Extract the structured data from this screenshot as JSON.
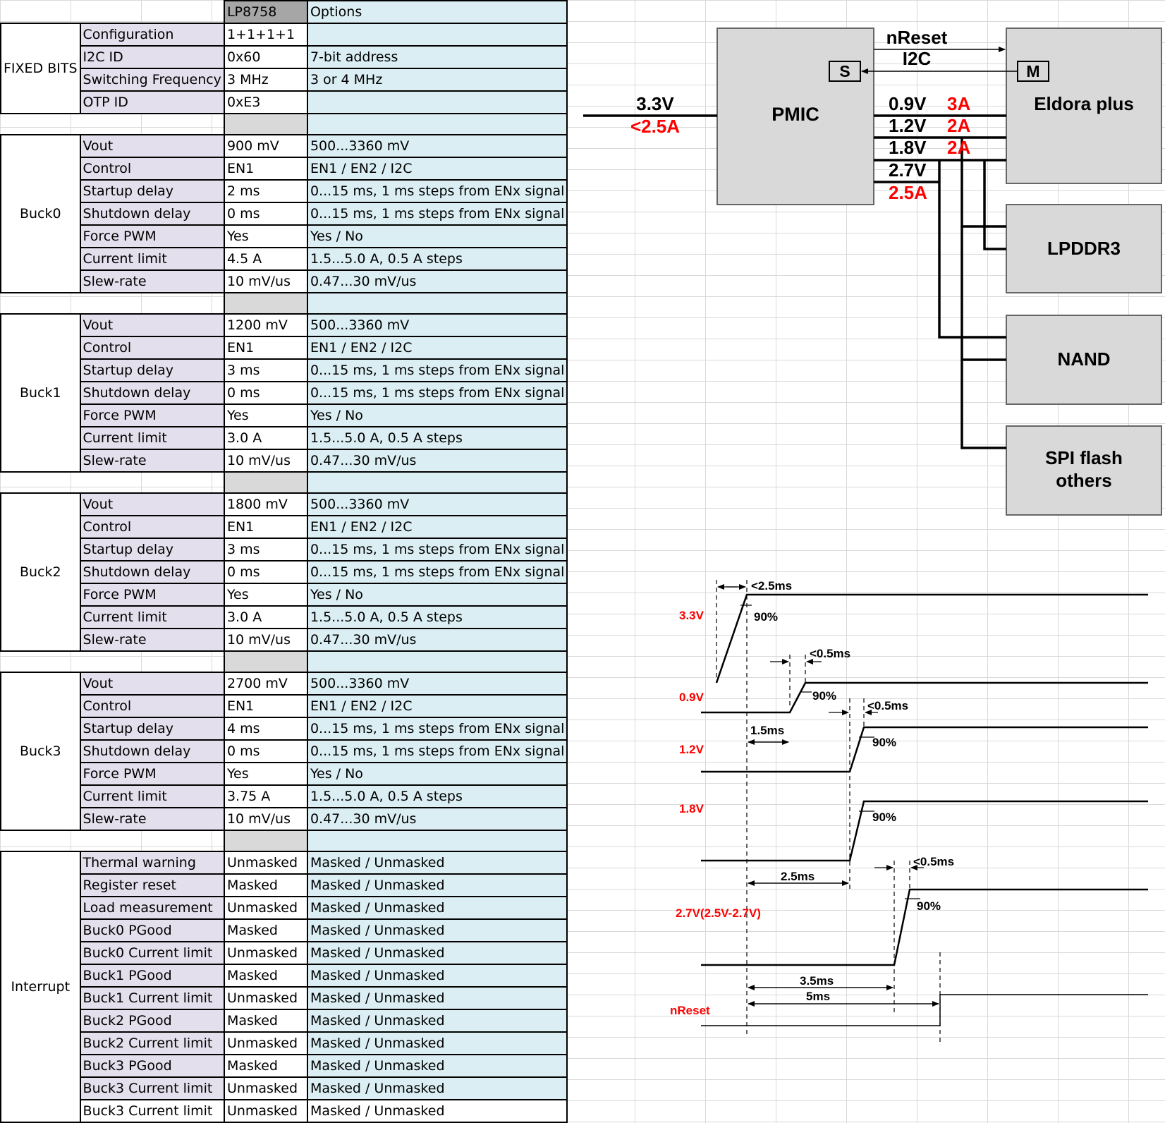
{
  "table": {
    "header": {
      "value": "LP8758",
      "options": "Options"
    },
    "groups": [
      {
        "name": "FIXED BITS",
        "rows": [
          [
            "Configuration",
            "1+1+1+1",
            ""
          ],
          [
            "I2C ID",
            "0x60",
            "7-bit address"
          ],
          [
            "Switching Frequency",
            "3 MHz",
            "3 or 4 MHz"
          ],
          [
            "OTP ID",
            "0xE3",
            ""
          ]
        ]
      },
      {
        "name": "Buck0",
        "rows": [
          [
            "Vout",
            "900 mV",
            "500...3360 mV"
          ],
          [
            "Control",
            "EN1",
            "EN1 / EN2 / I2C"
          ],
          [
            "Startup delay",
            "2 ms",
            "0...15 ms, 1 ms steps from ENx signal"
          ],
          [
            "Shutdown delay",
            "0 ms",
            "0...15 ms, 1 ms steps from ENx signal"
          ],
          [
            "Force PWM",
            "Yes",
            "Yes / No"
          ],
          [
            "Current limit",
            "4.5 A",
            "1.5...5.0 A, 0.5 A steps"
          ],
          [
            "Slew-rate",
            "10 mV/us",
            "0.47...30 mV/us"
          ]
        ]
      },
      {
        "name": "Buck1",
        "rows": [
          [
            "Vout",
            "1200 mV",
            "500...3360 mV"
          ],
          [
            "Control",
            "EN1",
            "EN1 / EN2 / I2C"
          ],
          [
            "Startup delay",
            "3 ms",
            "0...15 ms, 1 ms steps from ENx signal"
          ],
          [
            "Shutdown delay",
            "0 ms",
            "0...15 ms, 1 ms steps from ENx signal"
          ],
          [
            "Force PWM",
            "Yes",
            "Yes / No"
          ],
          [
            "Current limit",
            "3.0 A",
            "1.5...5.0 A, 0.5 A steps"
          ],
          [
            "Slew-rate",
            "10 mV/us",
            "0.47...30 mV/us"
          ]
        ]
      },
      {
        "name": "Buck2",
        "rows": [
          [
            "Vout",
            "1800 mV",
            "500...3360 mV"
          ],
          [
            "Control",
            "EN1",
            "EN1 / EN2 / I2C"
          ],
          [
            "Startup delay",
            "3 ms",
            "0...15 ms, 1 ms steps from ENx signal"
          ],
          [
            "Shutdown delay",
            "0 ms",
            "0...15 ms, 1 ms steps from ENx signal"
          ],
          [
            "Force PWM",
            "Yes",
            "Yes / No"
          ],
          [
            "Current limit",
            "3.0 A",
            "1.5...5.0 A, 0.5 A steps"
          ],
          [
            "Slew-rate",
            "10 mV/us",
            "0.47...30 mV/us"
          ]
        ]
      },
      {
        "name": "Buck3",
        "rows": [
          [
            "Vout",
            "2700 mV",
            "500...3360 mV"
          ],
          [
            "Control",
            "EN1",
            "EN1 / EN2 / I2C"
          ],
          [
            "Startup delay",
            "4 ms",
            "0...15 ms, 1 ms steps from ENx signal"
          ],
          [
            "Shutdown delay",
            "0 ms",
            "0...15 ms, 1 ms steps from ENx signal"
          ],
          [
            "Force PWM",
            "Yes",
            "Yes / No"
          ],
          [
            "Current limit",
            "3.75 A",
            "1.5...5.0 A, 0.5 A steps"
          ],
          [
            "Slew-rate",
            "10 mV/us",
            "0.47...30 mV/us"
          ]
        ]
      },
      {
        "name": "Interrupt",
        "rows": [
          [
            "Thermal warning",
            "Unmasked",
            "Masked / Unmasked"
          ],
          [
            "Register reset",
            "Masked",
            "Masked / Unmasked"
          ],
          [
            "Load measurement",
            "Unmasked",
            "Masked / Unmasked"
          ],
          [
            "Buck0 PGood",
            "Masked",
            "Masked / Unmasked"
          ],
          [
            "Buck0 Current limit",
            "Unmasked",
            "Masked / Unmasked"
          ],
          [
            "Buck1 PGood",
            "Masked",
            "Masked / Unmasked"
          ],
          [
            "Buck1 Current limit",
            "Unmasked",
            "Masked / Unmasked"
          ],
          [
            "Buck2 PGood",
            "Masked",
            "Masked / Unmasked"
          ],
          [
            "Buck2 Current limit",
            "Unmasked",
            "Masked / Unmasked"
          ],
          [
            "Buck3 PGood",
            "Masked",
            "Masked / Unmasked"
          ],
          [
            "Buck3 Current limit",
            "Unmasked",
            "Masked / Unmasked"
          ],
          [
            "Buck3 Current limit",
            "Unmasked",
            "Masked / Unmasked"
          ]
        ]
      }
    ]
  },
  "block": {
    "pmic": "PMIC",
    "s_port": "S",
    "m_port": "M",
    "nreset": "nReset",
    "i2c": "I2C",
    "input_v": "3.3V",
    "input_a": "<2.5A",
    "rails": [
      {
        "v": "0.9V",
        "a": "3A"
      },
      {
        "v": "1.2V",
        "a": "2A"
      },
      {
        "v": "1.8V",
        "a": "2A"
      },
      {
        "v": "2.7V",
        "a": "2.5A"
      }
    ],
    "eldora": "Eldora plus",
    "lpddr": "LPDDR3",
    "nand": "NAND",
    "spi_l1": "SPI flash",
    "spi_l2": "others"
  },
  "timing": {
    "signals": [
      "3.3V",
      "0.9V",
      "1.2V",
      "1.8V",
      "2.7V(2.5V-2.7V)",
      "nReset"
    ],
    "pct": "90%",
    "rise_3v3": "<2.5ms",
    "rise_short": "<0.5ms",
    "d_1v5": "1.5ms",
    "d_2v5": "2.5ms",
    "d_3v5": "3.5ms",
    "d_5": "5ms"
  },
  "colors": {
    "red": "#ff0000",
    "box": "#d9d9d9",
    "lab": "#e4dfec",
    "opt": "#daeef3",
    "hdr": "#a6a6a6"
  }
}
